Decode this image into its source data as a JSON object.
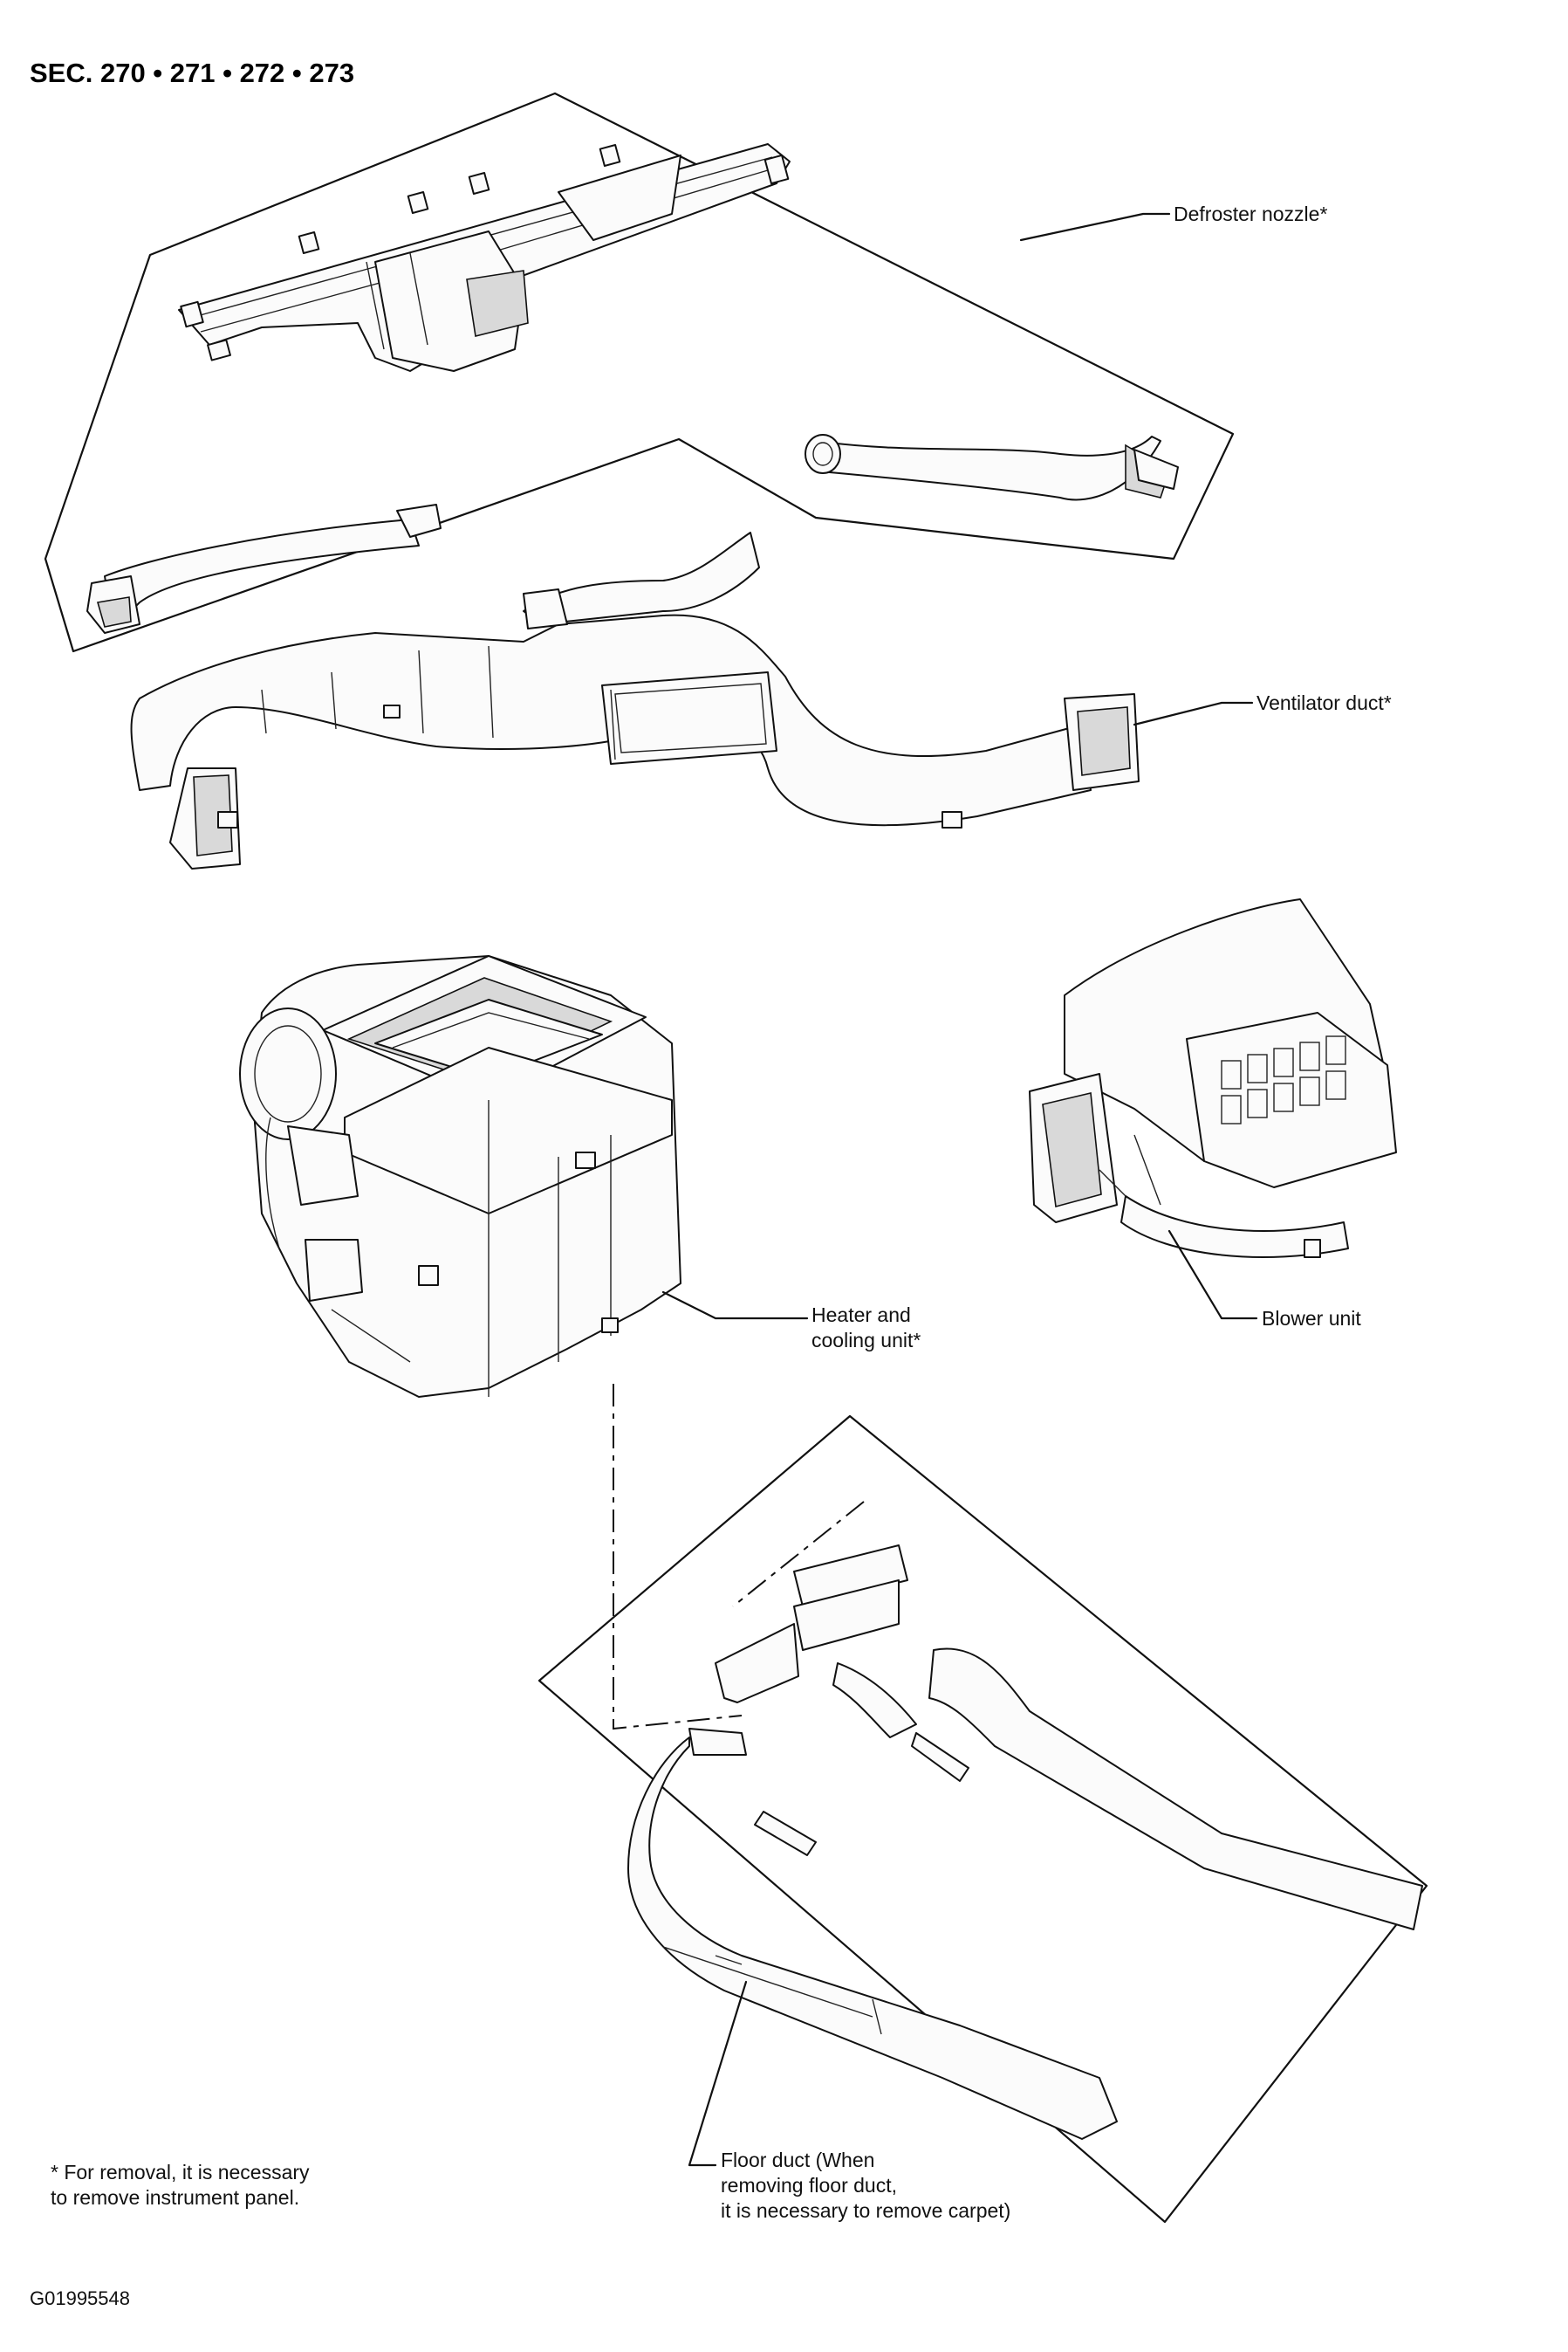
{
  "header": {
    "section": "SEC. 270 • 271 • 272 • 273"
  },
  "labels": {
    "defroster": "Defroster nozzle*",
    "ventilator": "Ventilator duct*",
    "heater": "Heater and\ncooling unit*",
    "blower": "Blower unit",
    "floor": "Floor duct (When\nremoving floor duct,\nit is necessary to remove carpet)"
  },
  "note": "* For removal, it is necessary\n   to remove instrument panel.",
  "figure_id": "G01995548",
  "icons": [
    "defroster-nozzle",
    "side-vent-duct-left",
    "side-vent-duct-right",
    "ventilator-duct",
    "heater-cooling-unit",
    "blower-unit",
    "floor-duct"
  ]
}
